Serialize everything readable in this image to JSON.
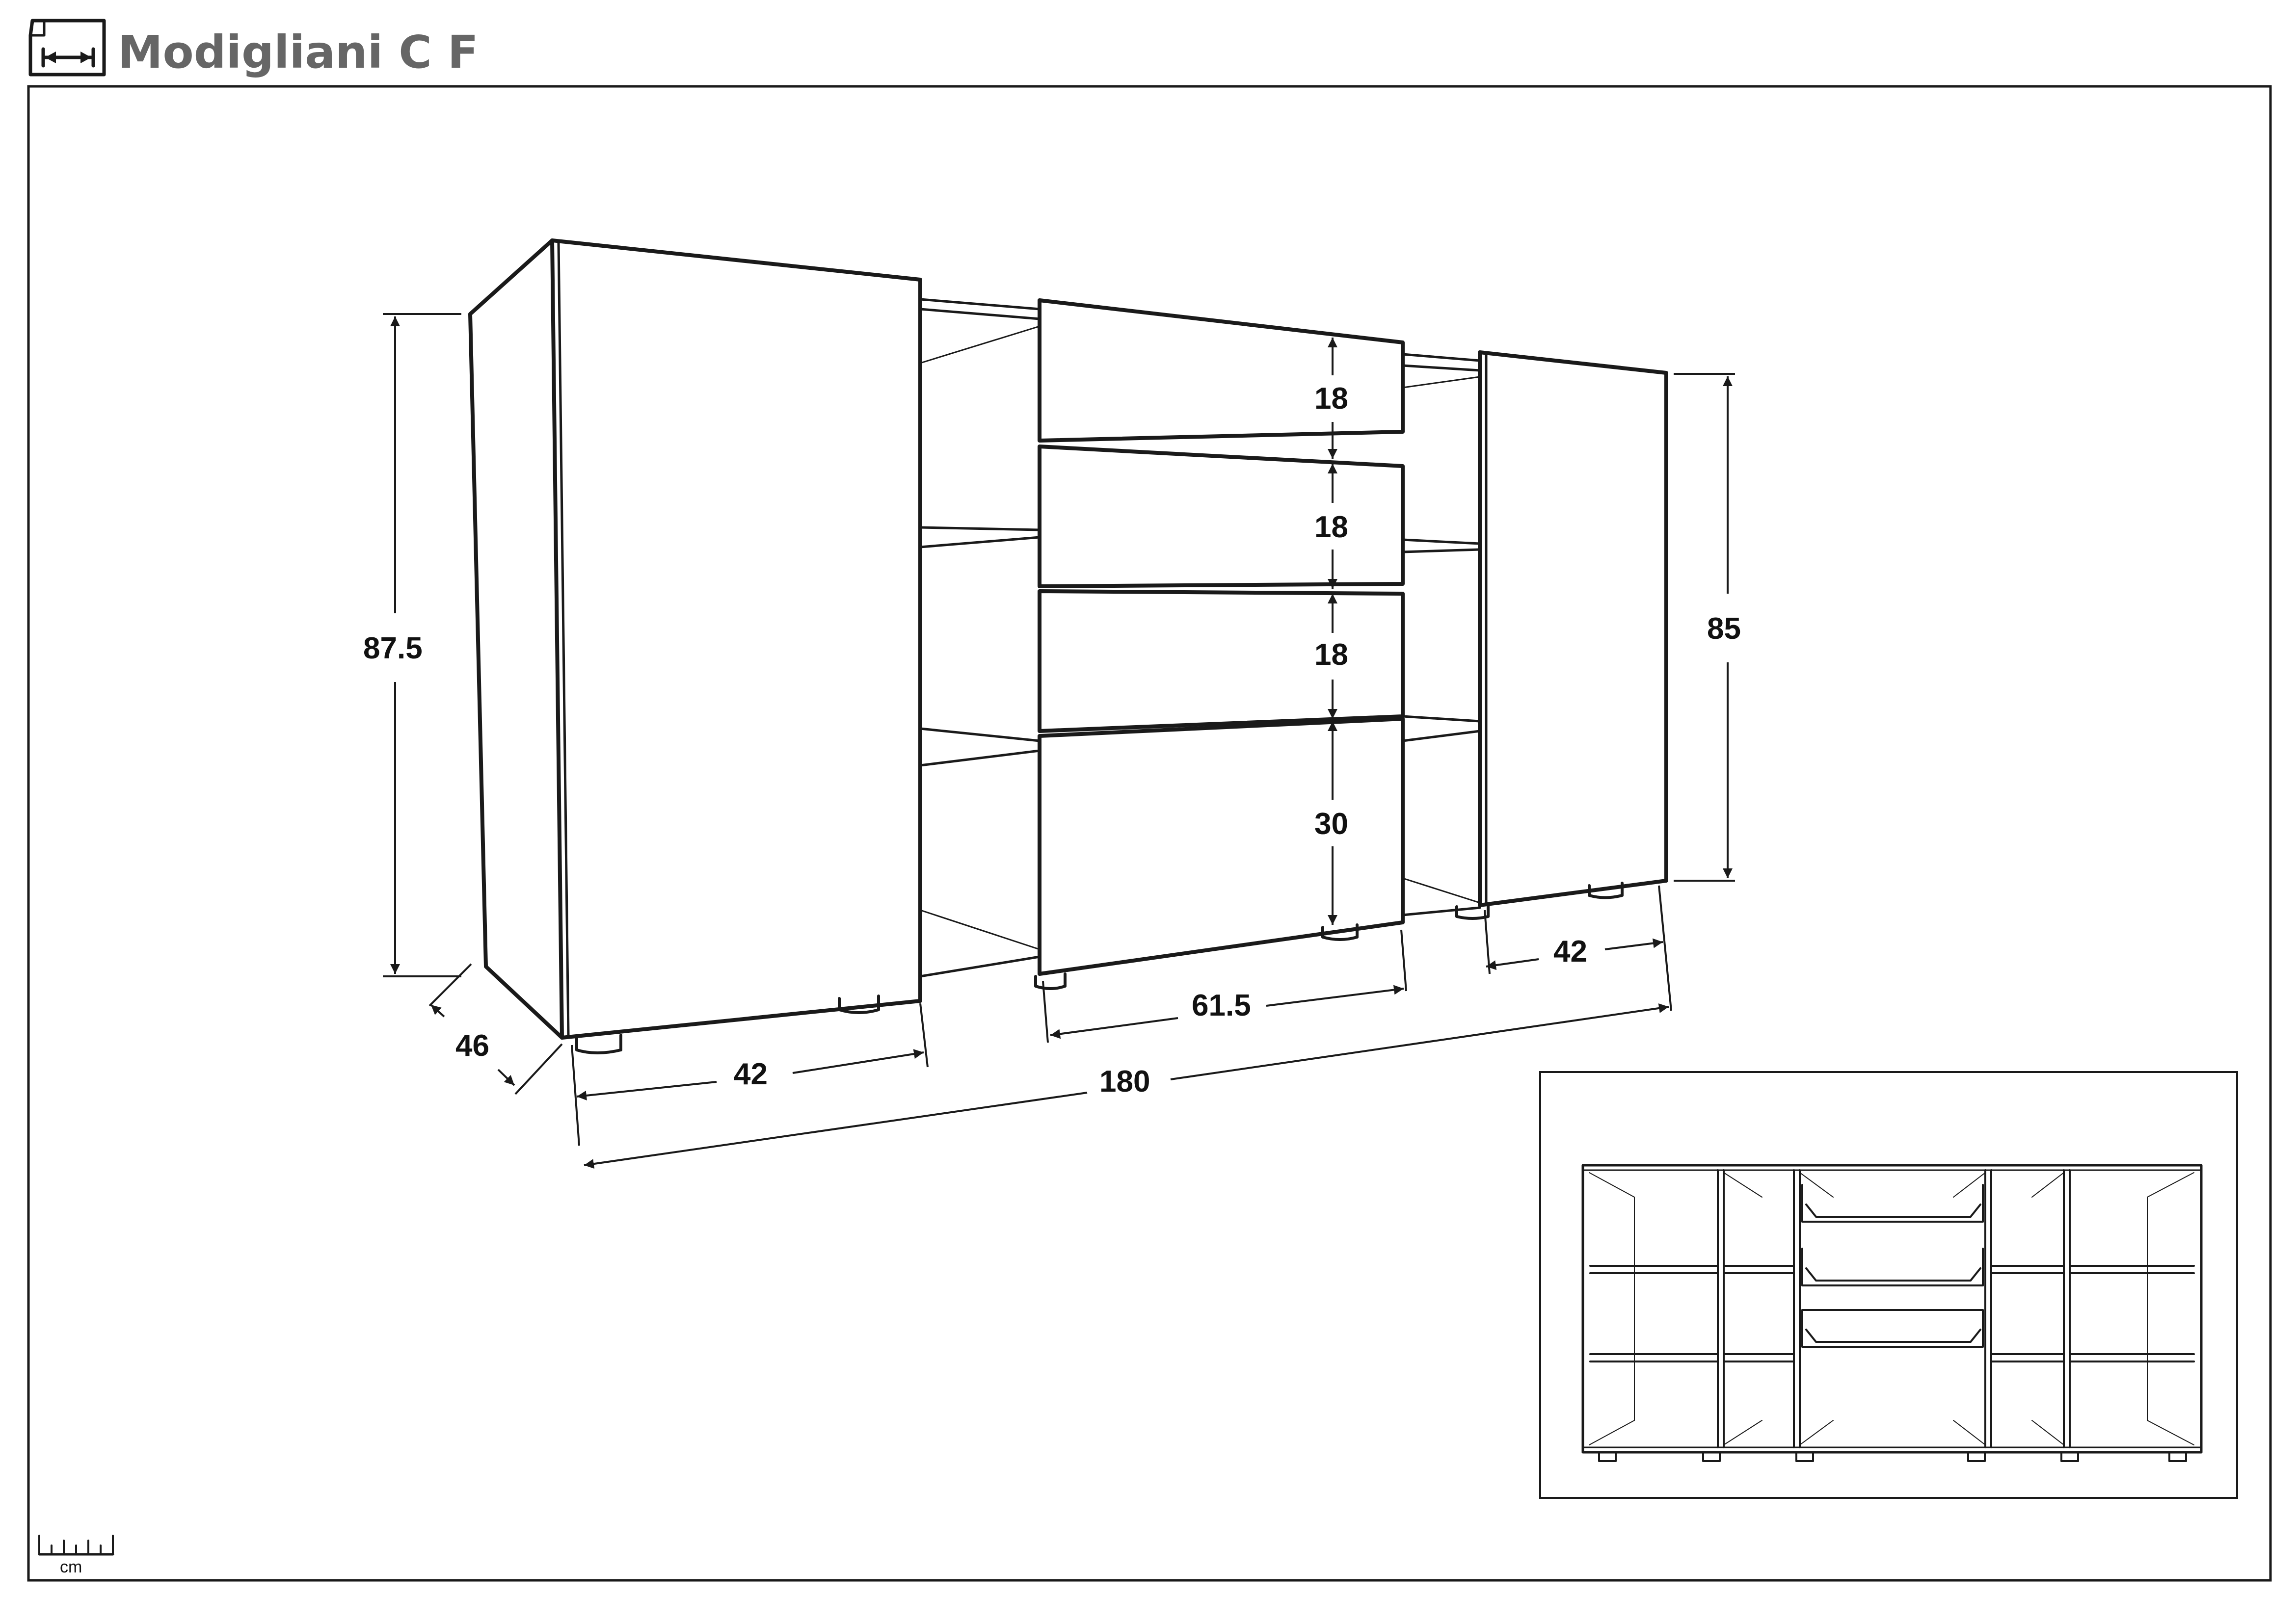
{
  "header": {
    "title": "Modigliani C F",
    "icon": "dimensions-icon"
  },
  "drawing": {
    "dimensions": {
      "total_height": "87.5",
      "side_height": "85",
      "depth": "46",
      "left_door_width": "42",
      "total_width": "180",
      "center_width": "61.5",
      "right_door_width": "42",
      "drawer_1": "18",
      "drawer_2": "18",
      "drawer_3": "18",
      "drawer_4": "30"
    }
  },
  "inset": {
    "view": "open-interior-front-view"
  },
  "scale": {
    "unit": "cm",
    "icon": "ruler-icon"
  },
  "colors": {
    "line": "#1a1a1a",
    "title": "#666666",
    "background": "#ffffff"
  }
}
